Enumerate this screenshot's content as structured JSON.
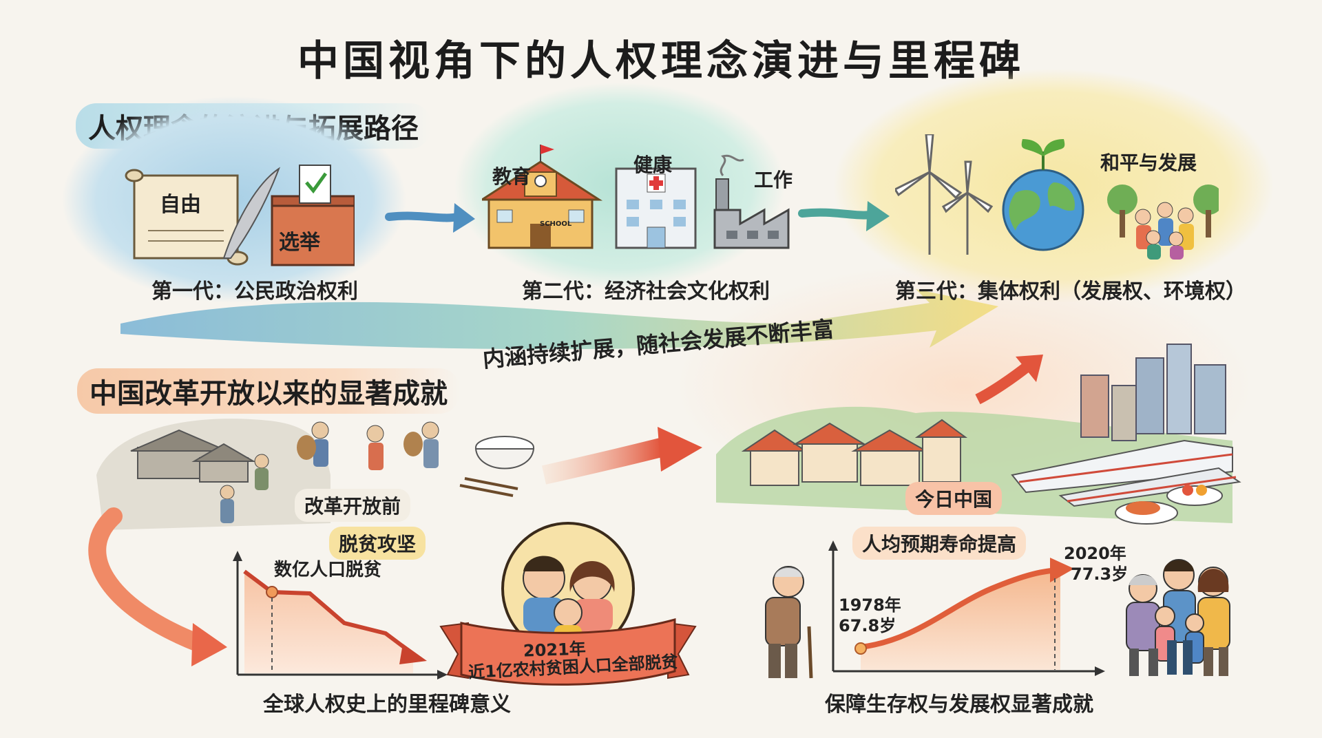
{
  "title": "中国视角下的人权理念演进与里程碑",
  "evolution": {
    "heading": "人权理念的演进与拓展路径",
    "gen1": {
      "label": "第一代：公民政治权利",
      "scroll_text": "自由",
      "box_text": "选举"
    },
    "gen2": {
      "label": "第二代：经济社会文化权利",
      "edu": "教育",
      "health": "健康",
      "work": "工作",
      "school_sign": "SCHOOL"
    },
    "gen3": {
      "label": "第三代：集体权利（发展权、环境权）",
      "peace": "和平与发展"
    },
    "arrow_text": "内涵持续扩展，随社会发展不断丰富"
  },
  "achievements": {
    "heading": "中国改革开放以来的显著成就",
    "before": "改革开放前",
    "today": "今日中国",
    "poverty": {
      "tag": "脱贫攻坚",
      "point_label": "数亿人口脱贫",
      "banner_year": "2021年",
      "banner_text": "近1亿农村贫困人口全部脱贫",
      "caption": "全球人权史上的里程碑意义"
    },
    "life": {
      "tag": "人均预期寿命提高",
      "start_year": "1978年",
      "start_value": "67.8岁",
      "end_year": "2020年",
      "end_value": "77.3岁",
      "caption": "保障生存权与发展权显著成就"
    }
  },
  "colors": {
    "blue": "#7fb6d6",
    "teal": "#7dc8b8",
    "yellow": "#f2de8a",
    "red": "#e2553c",
    "orange": "#f1a27a"
  },
  "chart_data": [
    {
      "type": "line",
      "title": "人均预期寿命提高",
      "x": [
        "1978年",
        "2020年"
      ],
      "values": [
        67.8,
        77.3
      ],
      "xlabel": "",
      "ylabel": ""
    }
  ]
}
